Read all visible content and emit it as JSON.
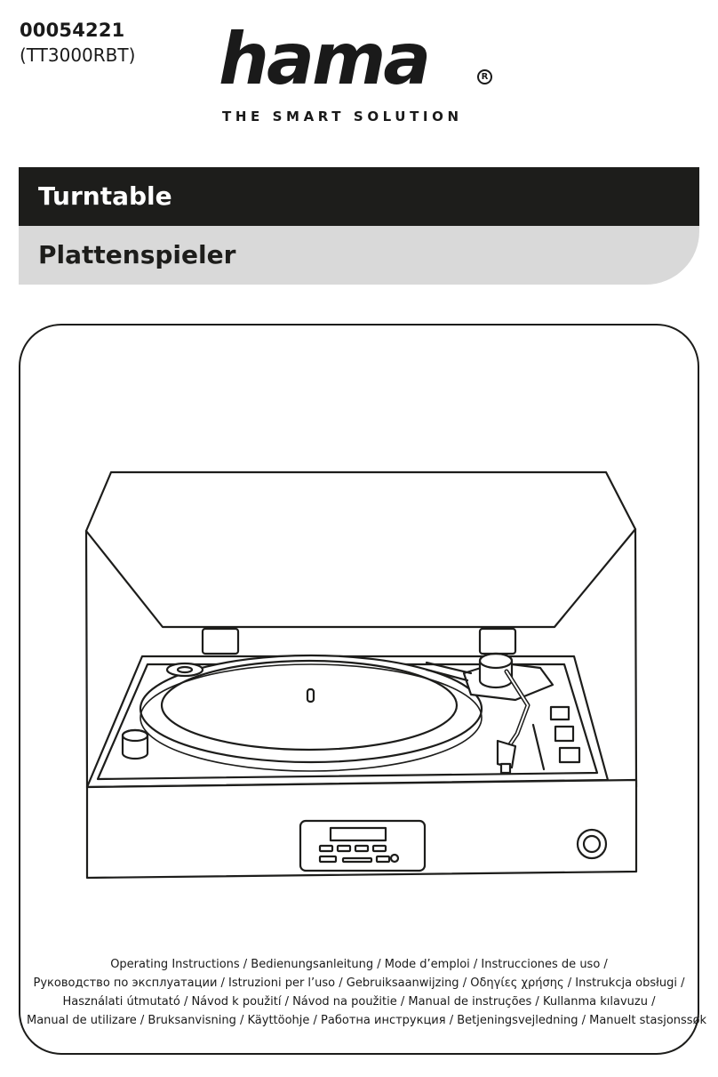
{
  "header": {
    "article_number": "00054221",
    "model_code": "(TT3000RBT)"
  },
  "logo": {
    "brand": "hama",
    "registered_mark": "R",
    "tagline": "THE SMART SOLUTION"
  },
  "title": {
    "primary": "Turntable",
    "secondary": "Plattenspieler"
  },
  "illustration": {
    "subject": "turntable",
    "icon": "turntable-illustration"
  },
  "languages": {
    "lines": [
      "Operating Instructions / Bedienungsanleitung / Mode d’emploi / Instrucciones de uso /",
      "Руководство по эксплуатации / Istruzioni per l’uso / Gebruiksaanwijzing / Οδηγίες χρήσης / Instrukcja obsługi /",
      "Használati útmutató / Návod k použití / Návod na použitie / Manual de instruções / Kullanma kılavuzu /",
      "Manual de utilizare / Bruksanvisning / Käyttöohje / Работна инструкция / Betjeningsvejledning / Manuelt stasjonssøk"
    ]
  },
  "colors": {
    "title_bar": "#1d1d1b",
    "subtitle_bar": "#d9d9d9",
    "text": "#1a1a1a"
  }
}
